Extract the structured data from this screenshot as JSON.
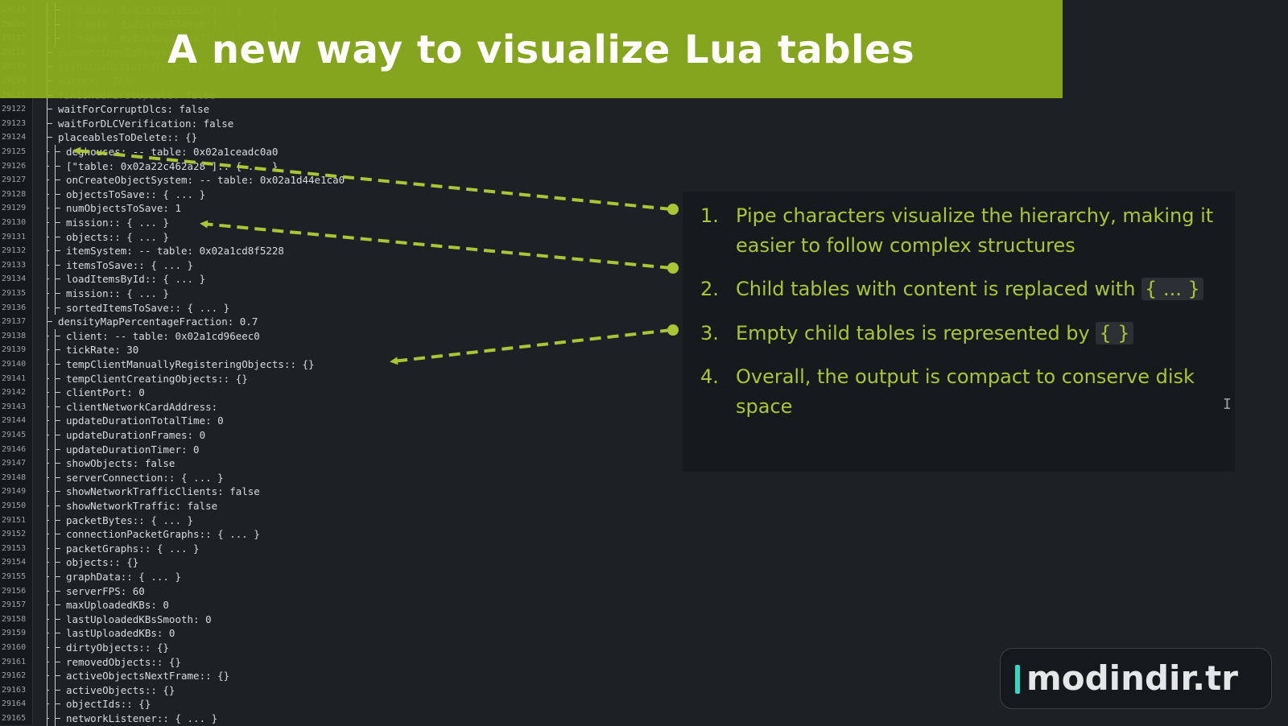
{
  "title": "A new way to visualize Lua tables",
  "watermark": "modindir.tr",
  "colors": {
    "accent": "#a8c636",
    "banner": "#91b41e",
    "watermark_accent": "#30d8c0"
  },
  "points": [
    {
      "num": "1.",
      "parts": [
        "Pipe characters visualize the hierarchy, making it easier to follow complex structures"
      ]
    },
    {
      "num": "2.",
      "parts": [
        "Child tables with content is replaced with ",
        "{ ... }"
      ]
    },
    {
      "num": "3.",
      "parts": [
        "Empty child tables is represented by ",
        "{ }"
      ]
    },
    {
      "num": "4.",
      "parts": [
        "Overall, the output is compact to conserve disk space"
      ]
    }
  ],
  "faded_lines": [
    {
      "ln": "29115",
      "depth": 1,
      "text": "[\"table: 0x02a1885355a0\"]:: { ... }"
    },
    {
      "ln": "29116",
      "depth": 1,
      "text": "[\"table: 0x02a1e95740a0\"]:: { ... }"
    },
    {
      "ln": "29117",
      "depth": 1,
      "text": "[\"table: 0x02a1ce4a4d8\"]:: { ... }"
    },
    {
      "ln": "29118",
      "depth": 0,
      "text": "connectionsToPlayer:: { ... }"
    },
    {
      "ln": "29119",
      "depth": 0,
      "text": "isInsideBuildingTransfer: false"
    },
    {
      "ln": "29120",
      "depth": 0,
      "text": "waterY: -200"
    },
    {
      "ln": "29121",
      "depth": 0,
      "text": "finishedFirstUpdate: false"
    }
  ],
  "lines": [
    {
      "ln": "29122",
      "depth": 0,
      "branch": false,
      "text": "waitForCorruptDlcs: false"
    },
    {
      "ln": "29123",
      "depth": 0,
      "branch": false,
      "text": "waitForDLCVerification: false"
    },
    {
      "ln": "29124",
      "depth": 0,
      "branch": false,
      "text": "placeablesToDelete:: {}"
    },
    {
      "ln": "29125",
      "depth": 1,
      "branch": true,
      "text": "deghouses: -- table: 0x02a1ceadc0a0"
    },
    {
      "ln": "29126",
      "depth": 1,
      "branch": false,
      "text": "[\"table: 0x02a22c462a28\"]:: { ... }"
    },
    {
      "ln": "29127",
      "depth": 1,
      "branch": true,
      "text": "onCreateObjectSystem: -- table: 0x02a1d44e1ca0"
    },
    {
      "ln": "29128",
      "depth": 1,
      "branch": false,
      "text": "objectsToSave:: { ... }"
    },
    {
      "ln": "29129",
      "depth": 1,
      "branch": false,
      "text": "numObjectsToSave: 1"
    },
    {
      "ln": "29130",
      "depth": 1,
      "branch": false,
      "text": "mission:: { ... }"
    },
    {
      "ln": "29131",
      "depth": 1,
      "branch": false,
      "text": "objects:: { ... }"
    },
    {
      "ln": "29132",
      "depth": 1,
      "branch": true,
      "text": "itemSystem: -- table: 0x02a1cd8f5228"
    },
    {
      "ln": "29133",
      "depth": 1,
      "branch": false,
      "text": "itemsToSave:: { ... }"
    },
    {
      "ln": "29134",
      "depth": 1,
      "branch": false,
      "text": "loadItemsById:: { ... }"
    },
    {
      "ln": "29135",
      "depth": 1,
      "branch": false,
      "text": "mission:: { ... }"
    },
    {
      "ln": "29136",
      "depth": 1,
      "branch": false,
      "text": "sortedItemsToSave:: { ... }"
    },
    {
      "ln": "29137",
      "depth": 0,
      "branch": false,
      "text": "densityMapPercentageFraction: 0.7"
    },
    {
      "ln": "29138",
      "depth": 1,
      "branch": true,
      "text": "client: -- table: 0x02a1cd96eec0"
    },
    {
      "ln": "29139",
      "depth": 1,
      "branch": false,
      "text": "tickRate: 30"
    },
    {
      "ln": "29140",
      "depth": 1,
      "branch": false,
      "text": "tempClientManuallyRegisteringObjects:: {}"
    },
    {
      "ln": "29141",
      "depth": 1,
      "branch": false,
      "text": "tempClientCreatingObjects:: {}"
    },
    {
      "ln": "29142",
      "depth": 1,
      "branch": false,
      "text": "clientPort: 0"
    },
    {
      "ln": "29143",
      "depth": 1,
      "branch": false,
      "text": "clientNetworkCardAddress:"
    },
    {
      "ln": "29144",
      "depth": 1,
      "branch": false,
      "text": "updateDurationTotalTime: 0"
    },
    {
      "ln": "29145",
      "depth": 1,
      "branch": false,
      "text": "updateDurationFrames: 0"
    },
    {
      "ln": "29146",
      "depth": 1,
      "branch": false,
      "text": "updateDurationTimer: 0"
    },
    {
      "ln": "29147",
      "depth": 1,
      "branch": false,
      "text": "showObjects: false"
    },
    {
      "ln": "29148",
      "depth": 1,
      "branch": false,
      "text": "serverConnection:: { ... }"
    },
    {
      "ln": "29149",
      "depth": 1,
      "branch": false,
      "text": "showNetworkTrafficClients: false"
    },
    {
      "ln": "29150",
      "depth": 1,
      "branch": false,
      "text": "showNetworkTraffic: false"
    },
    {
      "ln": "29151",
      "depth": 1,
      "branch": false,
      "text": "packetBytes:: { ... }"
    },
    {
      "ln": "29152",
      "depth": 1,
      "branch": false,
      "text": "connectionPacketGraphs:: { ... }"
    },
    {
      "ln": "29153",
      "depth": 1,
      "branch": false,
      "text": "packetGraphs:: { ... }"
    },
    {
      "ln": "29154",
      "depth": 1,
      "branch": false,
      "text": "objects:: {}"
    },
    {
      "ln": "29155",
      "depth": 1,
      "branch": false,
      "text": "graphData:: { ... }"
    },
    {
      "ln": "29156",
      "depth": 1,
      "branch": false,
      "text": "serverFPS: 60"
    },
    {
      "ln": "29157",
      "depth": 1,
      "branch": false,
      "text": "maxUploadedKBs: 0"
    },
    {
      "ln": "29158",
      "depth": 1,
      "branch": false,
      "text": "lastUploadedKBsSmooth: 0"
    },
    {
      "ln": "29159",
      "depth": 1,
      "branch": false,
      "text": "lastUploadedKBs: 0"
    },
    {
      "ln": "29160",
      "depth": 1,
      "branch": false,
      "text": "dirtyObjects:: {}"
    },
    {
      "ln": "29161",
      "depth": 1,
      "branch": false,
      "text": "removedObjects:: {}"
    },
    {
      "ln": "29162",
      "depth": 1,
      "branch": false,
      "text": "activeObjectsNextFrame:: {}"
    },
    {
      "ln": "29163",
      "depth": 1,
      "branch": false,
      "text": "activeObjects:: {}"
    },
    {
      "ln": "29164",
      "depth": 1,
      "branch": false,
      "text": "objectIds:: {}"
    },
    {
      "ln": "29165",
      "depth": 1,
      "branch": false,
      "text": "networkListener:: { ... }"
    }
  ]
}
